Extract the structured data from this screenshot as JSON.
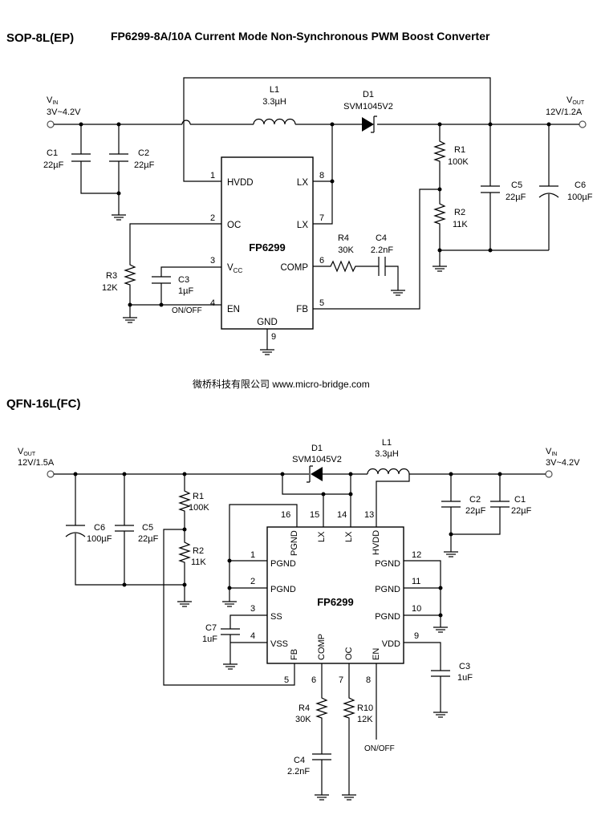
{
  "header": {
    "package1": "SOP-8L(EP)",
    "title": "FP6299-8A/10A Current Mode Non-Synchronous PWM Boost Converter",
    "package2": "QFN-16L(FC)",
    "company": "微桥科技有限公司 www.micro-bridge.com"
  },
  "sop": {
    "chip": "FP6299",
    "vin": "V",
    "vin_sub": "IN",
    "vin_range": "3V~4.2V",
    "vout": "V",
    "vout_sub": "OUT",
    "vout_spec": "12V/1.2A",
    "pins": {
      "p1": "1",
      "p2": "2",
      "p3": "3",
      "p4": "4",
      "p5": "5",
      "p6": "6",
      "p7": "7",
      "p8": "8",
      "p9": "9"
    },
    "pin_names": {
      "hvdd": "HVDD",
      "oc": "OC",
      "vcc": "V",
      "vcc_sub": "CC",
      "en": "EN",
      "lx8": "LX",
      "lx7": "LX",
      "comp": "COMP",
      "fb": "FB",
      "gnd": "GND"
    },
    "onoff": "ON/OFF",
    "L1": {
      "ref": "L1",
      "val": "3.3µH"
    },
    "D1": {
      "ref": "D1",
      "val": "SVM1045V2"
    },
    "C1": {
      "ref": "C1",
      "val": "22µF"
    },
    "C2": {
      "ref": "C2",
      "val": "22µF"
    },
    "C3": {
      "ref": "C3",
      "val": "1µF"
    },
    "C4": {
      "ref": "C4",
      "val": "2.2nF"
    },
    "C5": {
      "ref": "C5",
      "val": "22µF"
    },
    "C6": {
      "ref": "C6",
      "val": "100µF"
    },
    "R1": {
      "ref": "R1",
      "val": "100K"
    },
    "R2": {
      "ref": "R2",
      "val": "11K"
    },
    "R3": {
      "ref": "R3",
      "val": "12K"
    },
    "R4": {
      "ref": "R4",
      "val": "30K"
    }
  },
  "qfn": {
    "chip": "FP6299",
    "vout": "V",
    "vout_sub": "OUT",
    "vout_spec": "12V/1.5A",
    "vin": "V",
    "vin_sub": "IN",
    "vin_range": "3V~4.2V",
    "pins": {
      "p1": "1",
      "p2": "2",
      "p3": "3",
      "p4": "4",
      "p5": "5",
      "p6": "6",
      "p7": "7",
      "p8": "8",
      "p9": "9",
      "p10": "10",
      "p11": "11",
      "p12": "12",
      "p13": "13",
      "p14": "14",
      "p15": "15",
      "p16": "16"
    },
    "pin_names": {
      "pgnd1": "PGND",
      "pgnd2": "PGND",
      "ss": "SS",
      "vss": "VSS",
      "fb": "FB",
      "comp": "COMP",
      "oc": "OC",
      "en": "EN",
      "vdd": "VDD",
      "pgnd10": "PGND",
      "pgnd11": "PGND",
      "pgnd12": "PGND",
      "hvdd": "HVDD",
      "lx14": "LX",
      "lx15": "LX",
      "pgnd16": "PGND"
    },
    "onoff": "ON/OFF",
    "D1": {
      "ref": "D1",
      "val": "SVM1045V2"
    },
    "L1": {
      "ref": "L1",
      "val": "3.3µH"
    },
    "C1": {
      "ref": "C1",
      "val": "22µF"
    },
    "C2": {
      "ref": "C2",
      "val": "22µF"
    },
    "C3": {
      "ref": "C3",
      "val": "1uF"
    },
    "C4": {
      "ref": "C4",
      "val": "2.2nF"
    },
    "C5": {
      "ref": "C5",
      "val": "22µF"
    },
    "C6": {
      "ref": "C6",
      "val": "100µF"
    },
    "C7": {
      "ref": "C7",
      "val": "1uF"
    },
    "R1": {
      "ref": "R1",
      "val": "100K"
    },
    "R2": {
      "ref": "R2",
      "val": "11K"
    },
    "R4": {
      "ref": "R4",
      "val": "30K"
    },
    "R10": {
      "ref": "R10",
      "val": "12K"
    }
  }
}
